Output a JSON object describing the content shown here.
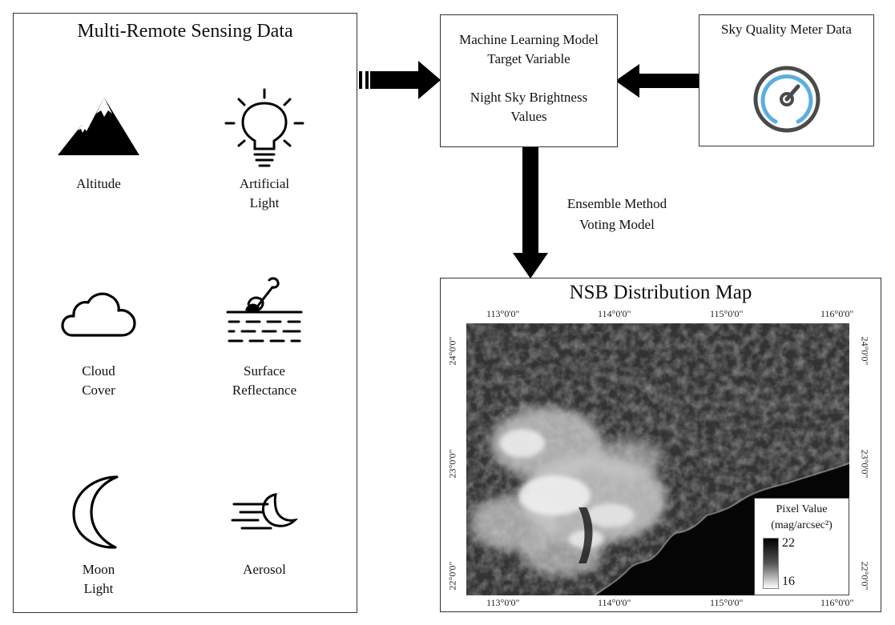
{
  "left_panel": {
    "title": "Multi-Remote Sensing Data",
    "items": [
      {
        "icon": "mountain-icon",
        "label_lines": [
          "Altitude"
        ]
      },
      {
        "icon": "lightbulb-icon",
        "label_lines": [
          "Artificial",
          "Light"
        ]
      },
      {
        "icon": "cloud-icon",
        "label_lines": [
          "Cloud",
          "Cover"
        ]
      },
      {
        "icon": "surface-reflectance-icon",
        "label_lines": [
          "Surface",
          "Reflectance"
        ]
      },
      {
        "icon": "moon-icon",
        "label_lines": [
          "Moon",
          "Light"
        ]
      },
      {
        "icon": "aerosol-icon",
        "label_lines": [
          "Aerosol"
        ]
      }
    ]
  },
  "ml_box": {
    "line1": "Machine Learning Model",
    "line2": "Target Variable",
    "line3": "Night Sky Brightness",
    "line4": "Values"
  },
  "sqm_box": {
    "title": "Sky Quality Meter Data",
    "icon": "gauge-icon"
  },
  "ensemble_label": {
    "line1": "Ensemble Method",
    "line2": "Voting Model"
  },
  "map_box": {
    "title": "NSB Distribution Map",
    "lon_labels": [
      "113°0'0\"",
      "114°0'0\"",
      "115°0'0\"",
      "116°0'0\""
    ],
    "lat_labels": [
      "24°0'0\"",
      "23°0'0\"",
      "22°0'0\""
    ],
    "legend": {
      "title_line1": "Pixel Value",
      "title_line2": "(mag/arcsec²)",
      "max": "22",
      "min": "16"
    }
  },
  "colors": {
    "arrow": "#000000",
    "gauge_blue": "#5aaee0",
    "gauge_dark": "#4a4a4a"
  }
}
